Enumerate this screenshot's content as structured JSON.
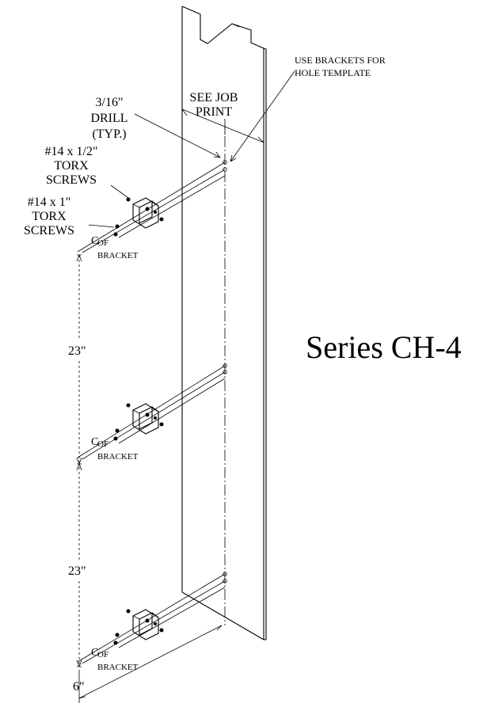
{
  "labels": {
    "use_brackets_line1": "USE BRACKETS FOR",
    "use_brackets_line2": "HOLE TEMPLATE",
    "drill_line1": "3/16\"",
    "drill_line2": "DRILL",
    "drill_line3": "(TYP.)",
    "see_job_line1": "SEE JOB",
    "see_job_line2": "PRINT",
    "screw_half_line1": "#14 x 1/2\"",
    "screw_half_line2": "TORX",
    "screw_half_line3": "SCREWS",
    "screw_one_line1": "#14 x 1\"",
    "screw_one_line2": "TORX",
    "screw_one_line3": "SCREWS",
    "centerline_symbol": "C",
    "centerline_of": "OF",
    "centerline_bracket": "BRACKET",
    "dim_spacing_1": "23\"",
    "dim_spacing_2": "23\"",
    "dim_bottom": "6\"",
    "series_title": "Series CH-4"
  },
  "icons": {
    "bracket": "bracket-icon",
    "screw": "screw-icon"
  }
}
